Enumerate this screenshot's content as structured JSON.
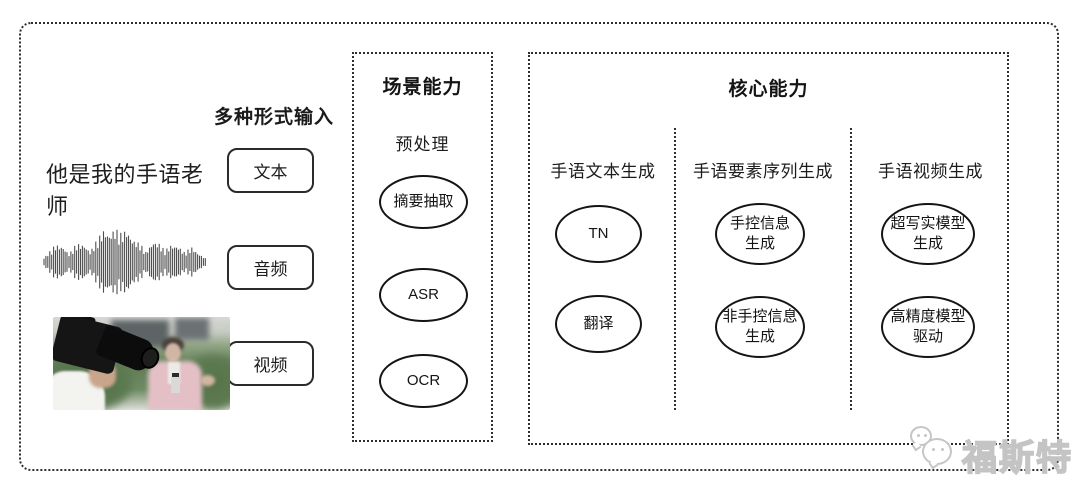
{
  "colors": {
    "background": "#ffffff",
    "border_dotted": "#2e2e2e",
    "shape_stroke": "#141414",
    "text": "#1c1c1c",
    "watermark": "#c6c6c6"
  },
  "input_section": {
    "label": "多种形式输入",
    "sample_text": "他是我的手语老师",
    "items": [
      {
        "label": "文本"
      },
      {
        "label": "音频"
      },
      {
        "label": "视频"
      }
    ],
    "icons": {
      "audio": "audio-waveform-icon",
      "video": "camera-reporter-photo"
    }
  },
  "scene_panel": {
    "title": "场景能力",
    "subtitle": "预处理",
    "nodes": [
      "摘要抽取",
      "ASR",
      "OCR"
    ]
  },
  "core_panel": {
    "title": "核心能力",
    "columns": [
      {
        "header": "手语文本生成",
        "nodes": [
          "TN",
          "翻译"
        ]
      },
      {
        "header": "手语要素序列生成",
        "nodes": [
          "手控信息\n生成",
          "非手控信息\n生成"
        ]
      },
      {
        "header": "手语视频生成",
        "nodes": [
          "超写实模型\n生成",
          "高精度模型\n驱动"
        ]
      }
    ]
  },
  "watermark": {
    "text": "福斯特",
    "logo_icon": "chat-bubbles-logo"
  }
}
